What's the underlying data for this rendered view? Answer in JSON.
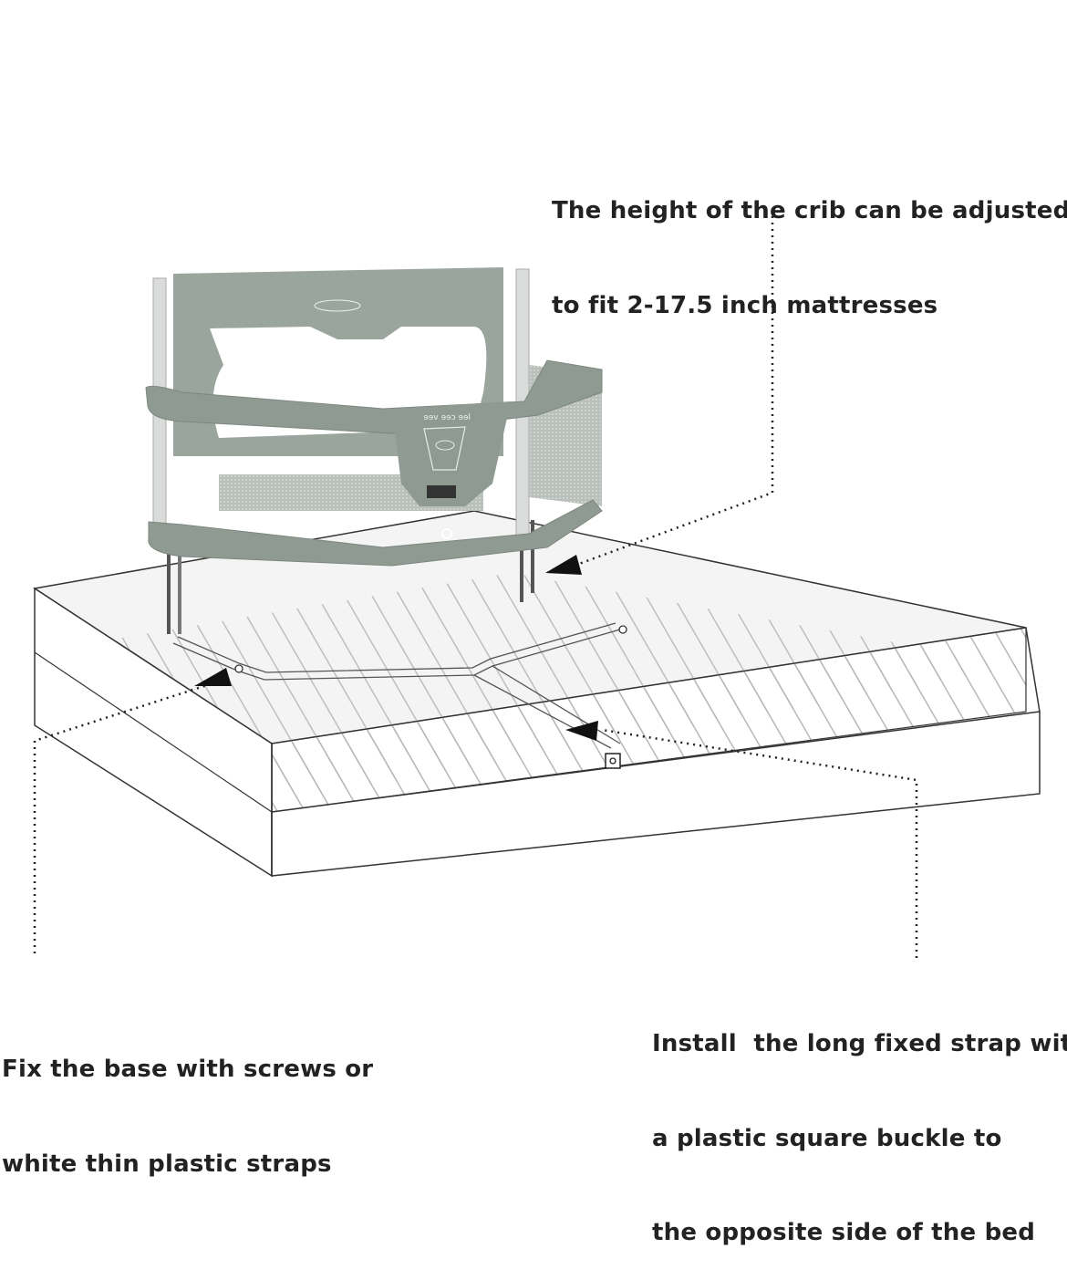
{
  "captions": {
    "height_adjust": [
      "The height of the crib can be adjusted",
      "to fit 2-17.5 inch mattresses"
    ],
    "fix_base": [
      "Fix the base with screws or",
      "white thin plastic straps"
    ],
    "strap_install": [
      "Install  the long fixed strap with",
      "a plastic square buckle to",
      "the opposite side of the bed"
    ]
  },
  "crib": {
    "brand_mark": "lee cee vee",
    "color": "#9aa59e"
  },
  "colors": {
    "text": "#222222",
    "line": "#333333",
    "crib_fabric": "#9aa59e",
    "crib_frame": "#d9dcda"
  }
}
